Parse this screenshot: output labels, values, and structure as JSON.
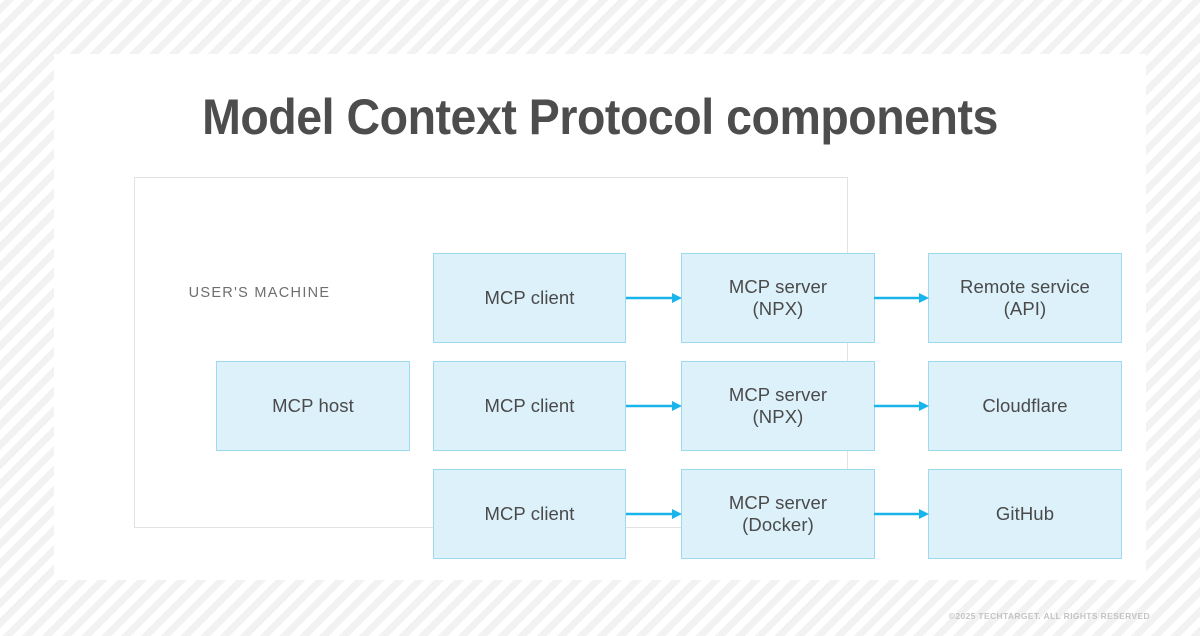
{
  "page": {
    "title": "Model Context Protocol components",
    "footer": "©2025 TECHTARGET. ALL RIGHTS RESERVED"
  },
  "colors": {
    "node_fill": "#ddf1fb",
    "node_border": "#9fd9ee",
    "arrow": "#19b5ea",
    "title_text": "#4d4d4d",
    "node_text": "#4a4a4a",
    "frame_border": "#e2e2e2",
    "label_text": "#6e6e6e",
    "footer_text": "#c3c3c3",
    "card_bg": "#ffffff",
    "stripe_bg": "#f2f2f2"
  },
  "diagram": {
    "boundary_label": "USER'S MACHINE",
    "host": {
      "label": "MCP host"
    },
    "rows": [
      {
        "client": {
          "line1": "MCP client",
          "line2": ""
        },
        "server": {
          "line1": "MCP server",
          "line2": "(NPX)"
        },
        "service": {
          "line1": "Remote service",
          "line2": "(API)"
        }
      },
      {
        "client": {
          "line1": "MCP client",
          "line2": ""
        },
        "server": {
          "line1": "MCP server",
          "line2": "(NPX)"
        },
        "service": {
          "line1": "Cloudflare",
          "line2": ""
        }
      },
      {
        "client": {
          "line1": "MCP client",
          "line2": ""
        },
        "server": {
          "line1": "MCP server",
          "line2": "(Docker)"
        },
        "service": {
          "line1": "GitHub",
          "line2": ""
        }
      }
    ]
  }
}
